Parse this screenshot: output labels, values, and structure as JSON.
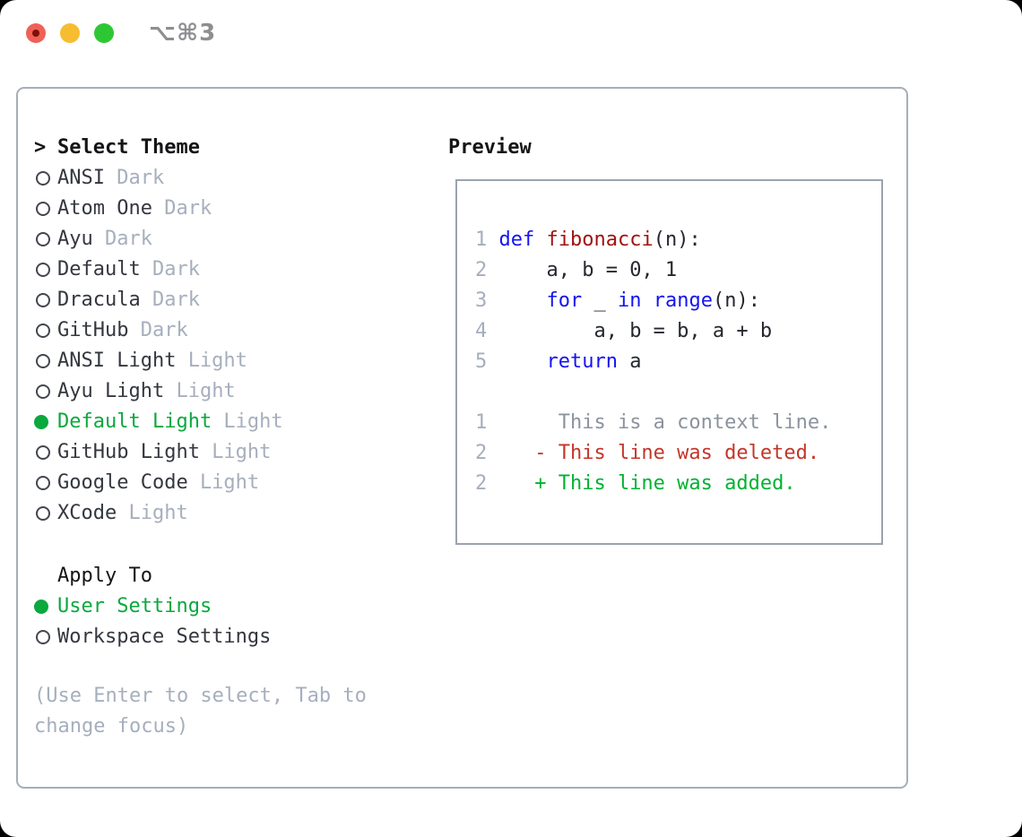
{
  "window": {
    "shortcut_label": "⌥⌘3"
  },
  "traffic_lights": {
    "close_color": "#ef6156",
    "close_dot_color": "#7d1007",
    "minimize_color": "#f6bd30",
    "zoom_color": "#2ec734"
  },
  "theme_picker": {
    "title_marker": ">",
    "title": "Select Theme",
    "items": [
      {
        "label": "ANSI",
        "variant": "Dark",
        "selected": false
      },
      {
        "label": "Atom One",
        "variant": "Dark",
        "selected": false
      },
      {
        "label": "Ayu",
        "variant": "Dark",
        "selected": false
      },
      {
        "label": "Default",
        "variant": "Dark",
        "selected": false
      },
      {
        "label": "Dracula",
        "variant": "Dark",
        "selected": false
      },
      {
        "label": "GitHub",
        "variant": "Dark",
        "selected": false
      },
      {
        "label": "ANSI Light",
        "variant": "Light",
        "selected": false
      },
      {
        "label": "Ayu Light",
        "variant": "Light",
        "selected": false
      },
      {
        "label": "Default Light",
        "variant": "Light",
        "selected": true
      },
      {
        "label": "GitHub Light",
        "variant": "Light",
        "selected": false
      },
      {
        "label": "Google Code",
        "variant": "Light",
        "selected": false
      },
      {
        "label": "XCode",
        "variant": "Light",
        "selected": false
      }
    ],
    "apply_to": {
      "title": "Apply To",
      "options": [
        {
          "label": "User Settings",
          "selected": true
        },
        {
          "label": "Workspace Settings",
          "selected": false
        }
      ]
    },
    "hint": "(Use Enter to select, Tab to change focus)"
  },
  "preview": {
    "title": "Preview",
    "code_lines": [
      {
        "num": "1",
        "segments": [
          {
            "t": " ",
            "c": "plain"
          },
          {
            "t": "def",
            "c": "kw"
          },
          {
            "t": " ",
            "c": "plain"
          },
          {
            "t": "fibonacci",
            "c": "fn"
          },
          {
            "t": "(n):",
            "c": "plain"
          }
        ]
      },
      {
        "num": "2",
        "segments": [
          {
            "t": "     a, b = 0, 1",
            "c": "plain"
          }
        ]
      },
      {
        "num": "3",
        "segments": [
          {
            "t": "     ",
            "c": "plain"
          },
          {
            "t": "for",
            "c": "kw"
          },
          {
            "t": " _ ",
            "c": "plain"
          },
          {
            "t": "in",
            "c": "kw"
          },
          {
            "t": " ",
            "c": "plain"
          },
          {
            "t": "range",
            "c": "kw"
          },
          {
            "t": "(n):",
            "c": "plain"
          }
        ]
      },
      {
        "num": "4",
        "segments": [
          {
            "t": "         a, b = b, a + b",
            "c": "plain"
          }
        ]
      },
      {
        "num": "5",
        "segments": [
          {
            "t": "     ",
            "c": "plain"
          },
          {
            "t": "return",
            "c": "kw"
          },
          {
            "t": " a",
            "c": "plain"
          }
        ]
      }
    ],
    "diff_lines": [
      {
        "num": "1",
        "segments": [
          {
            "t": "      This is a context line.",
            "c": "ctx"
          }
        ]
      },
      {
        "num": "2",
        "segments": [
          {
            "t": "    - This line was deleted.",
            "c": "del"
          }
        ]
      },
      {
        "num": "2",
        "segments": [
          {
            "t": "    + This line was added.",
            "c": "add"
          }
        ]
      }
    ]
  },
  "colors": {
    "accent_green": "#0aa83e",
    "added_green": "#00b232",
    "deleted_red": "#c3362a",
    "keyword_blue": "#1414f0",
    "function_red": "#a31111",
    "line_number_gray": "#a4aebd",
    "context_gray": "#8b939e",
    "muted_gray": "#a6afbd",
    "text_dark": "#24272e"
  }
}
